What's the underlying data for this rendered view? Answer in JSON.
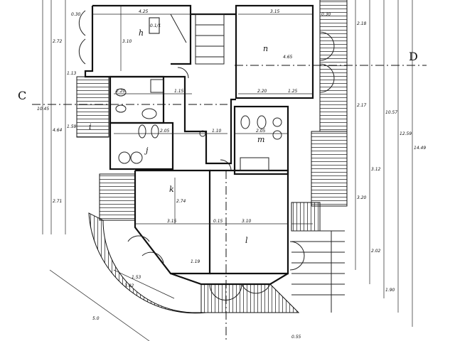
{
  "plan": {
    "section_marks": {
      "left": "C",
      "right": "D"
    },
    "rooms": {
      "h": "h",
      "n": "n",
      "i": "i",
      "j": "j",
      "m": "m",
      "k": "k",
      "l": "l"
    },
    "room_tag": "0.1/1",
    "dimensions": {
      "h_width": "4.25",
      "h_depth": "3.10",
      "n_width": "3.15",
      "n_depth": "4.65",
      "corr_a": "2.20",
      "corr_b": "1.15",
      "corr_c": "2.20",
      "corr_d": "1.25",
      "j_a": "2.05",
      "j_b": "1.10",
      "m_a": "2.05",
      "k_width": "3.15",
      "mid": "0.15",
      "l_width": "3.10",
      "k_depth": "2.74",
      "k_small": "1.19",
      "bay_a": "1.53",
      "bay_b": "3.02",
      "arc": "5.0",
      "top_left": "0.30",
      "top_right": "0.30",
      "left_a": "2.72",
      "left_b": "1.13",
      "left_c": "4.64",
      "left_d": "1.59",
      "left_e": "2.71",
      "left_total": "10.45",
      "right_a": "2.18",
      "right_b": "2.17",
      "right_c": "3.12",
      "right_d": "3.20",
      "right_e": "2.02",
      "right_f": "1.90",
      "right_total1": "10.57",
      "right_total2": "12.59",
      "right_total3": "14.49",
      "lower": "0.55"
    }
  }
}
